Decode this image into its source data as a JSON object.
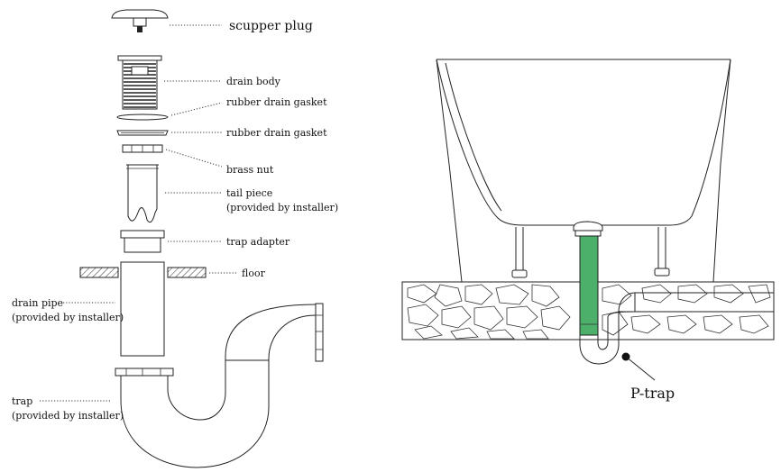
{
  "exploded_view": {
    "labels": {
      "scupper_plug": "scupper plug",
      "drain_body": "drain body",
      "gasket_upper": "rubber drain gasket",
      "gasket_lower": "rubber drain gasket",
      "brass_nut": "brass nut",
      "tail_piece": "tail piece",
      "tail_piece_note": "(provided by installer)",
      "trap_adapter": "trap adapter",
      "floor": "floor",
      "drain_pipe": "drain pipe",
      "drain_pipe_note": "(provided by installer)",
      "trap": "trap",
      "trap_note": "(provided by installer)"
    }
  },
  "installed_view": {
    "labels": {
      "p_trap": "P-trap"
    },
    "colors": {
      "pipe": "#4caf6a"
    }
  }
}
